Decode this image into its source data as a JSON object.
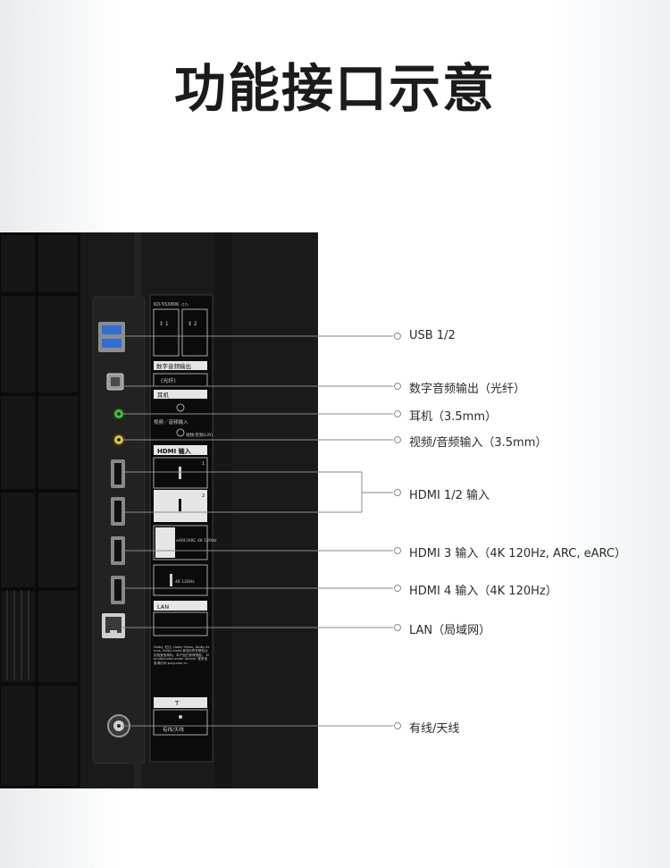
{
  "title": "功能接口示意",
  "ports": [
    {
      "id": "usb",
      "label": "USB 1/2"
    },
    {
      "id": "optical",
      "label": "数字音频输出（光纤）"
    },
    {
      "id": "headphone",
      "label": "耳机（3.5mm）"
    },
    {
      "id": "av-in",
      "label": "视频/音频输入（3.5mm）"
    },
    {
      "id": "hdmi12",
      "label": "HDMI 1/2 输入"
    },
    {
      "id": "hdmi3",
      "label": "HDMI 3 输入（4K 120Hz, ARC, eARC）"
    },
    {
      "id": "hdmi4",
      "label": "HDMI 4 输入（4K 120Hz）"
    },
    {
      "id": "lan",
      "label": "LAN（局域网）"
    },
    {
      "id": "antenna",
      "label": "有线/天线"
    }
  ],
  "panel_text": {
    "model_line": "KD-55X80K  ◁ ▷",
    "optical": "数字音频输出",
    "optical_sub": "(光纤)",
    "headphone": "耳机",
    "av_in": "视频／音频输入",
    "av_sub": "视频/音频(L/R)",
    "hdmi_in": "HDMI 输入",
    "hdmi_num_1": "1",
    "hdmi_num_2": "2",
    "hdmi3_tag": "eARC/ARC 4K 120Hz",
    "hdmi4_tag": "4K 120Hz",
    "lan": "LAN",
    "antenna": "有线/天线",
    "legal_text": "Dolby, 杜比, Dolby Vision, Dolby Atmos, Dolby Audio 和双D符号是杜比实验室的商标。本产品已获得授权。 Manufactured under license. 更多信息请访问 sony.com.cn"
  },
  "colors": {
    "tv_body": "#131313",
    "panel": "#1d1d1d",
    "sticker": "#0c0c0c",
    "leader_line": "#8a8a8a",
    "usb_port": "#2f6fd6",
    "headphone_jack": "#3fbf3f",
    "av_jack": "#d9c83a",
    "port_metal": "#bdbdbd",
    "label_text": "#2b2b2b"
  }
}
